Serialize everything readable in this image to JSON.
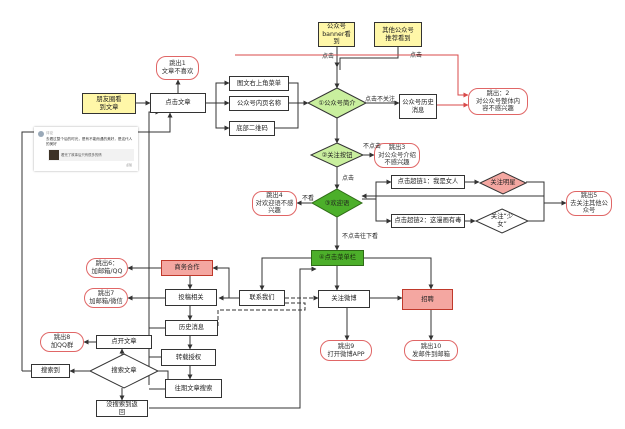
{
  "nodes": {
    "banner": "公众号\nbanner看\n到",
    "recommend": "其他公众号\n推荐看到",
    "friend": "朋友圈看\n到文章",
    "click_article": "点击文章",
    "top_menu": "图文右上角菜单",
    "account_name": "公众号内页名称",
    "qr_code": "底部二维码",
    "intro": "①公众号简介",
    "history": "公众号历史\n消息",
    "follow_btn": "②关注按钮",
    "welcome": "③欢迎语",
    "hook1": "点击超链1：我是女人",
    "hook2": "点击超链2：这漫画有毒",
    "follow_star": "关注明星",
    "follow_girl": "关注“少\n女”",
    "menu_bar": "④点击菜单栏",
    "contact": "联系我们",
    "weibo": "关注微博",
    "recruit": "招聘",
    "biz": "商务合作",
    "submit": "投稿相关",
    "hist_msg": "历史消息",
    "reprint": "转载授权",
    "past_search": "往期文章搜索",
    "open_article": "点开文章",
    "search_article": "搜索文章",
    "search_box": "搜索到",
    "not_found": "没搜索到返\n回"
  },
  "exits": {
    "e1": "跳出1\n文章不喜欢",
    "e2": "跳出：2\n对公众号整体内\n容不感兴趣",
    "e3": "跳出3\n对公众号介绍\n不感兴趣",
    "e4": "跳出4\n对欢迎语不感\n兴趣",
    "e5": "跳出5\n去关注其他公\n众号",
    "e6": "跳出6：\n加邮箱/QQ",
    "e7": "跳出7\n加邮箱/微信",
    "e8": "跳出8\n加QQ群",
    "e9": "跳出9\n打开微博APP",
    "e10": "跳出10\n发邮件到邮箱"
  },
  "labels": {
    "click_top": "点击",
    "click_right": "点击",
    "not_follow": "点击不关注",
    "not_click": "不点击",
    "click_follow": "点击",
    "not_look": "不看",
    "not_click_down": "不点击往下看"
  },
  "screenshot": {
    "line1": "评论",
    "line2": "去看过整个后的时光，是有不能而遇的美好，是这代人的美好",
    "card": "看完了故事后只有很多的情",
    "foot": "点赞"
  },
  "colors": {
    "yellow": "#fff7a8",
    "light_green": "#c9ef9e",
    "green": "#4caf2a",
    "red": "#f4a7a1",
    "exit_border": "#e06666"
  }
}
